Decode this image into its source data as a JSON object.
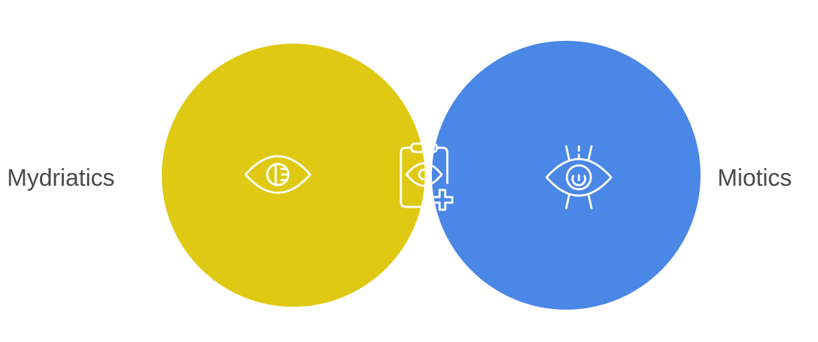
{
  "diagram": {
    "type": "venn",
    "left_set": {
      "label": "Mydriatics",
      "color": "#e0c912",
      "icon": "eye-dilated-icon"
    },
    "right_set": {
      "label": "Miotics",
      "color": "#4a87e6",
      "icon": "eye-constricted-icon"
    },
    "intersection": {
      "color": "#3ec47f",
      "icon": "clipboard-eye-medical-icon"
    }
  }
}
